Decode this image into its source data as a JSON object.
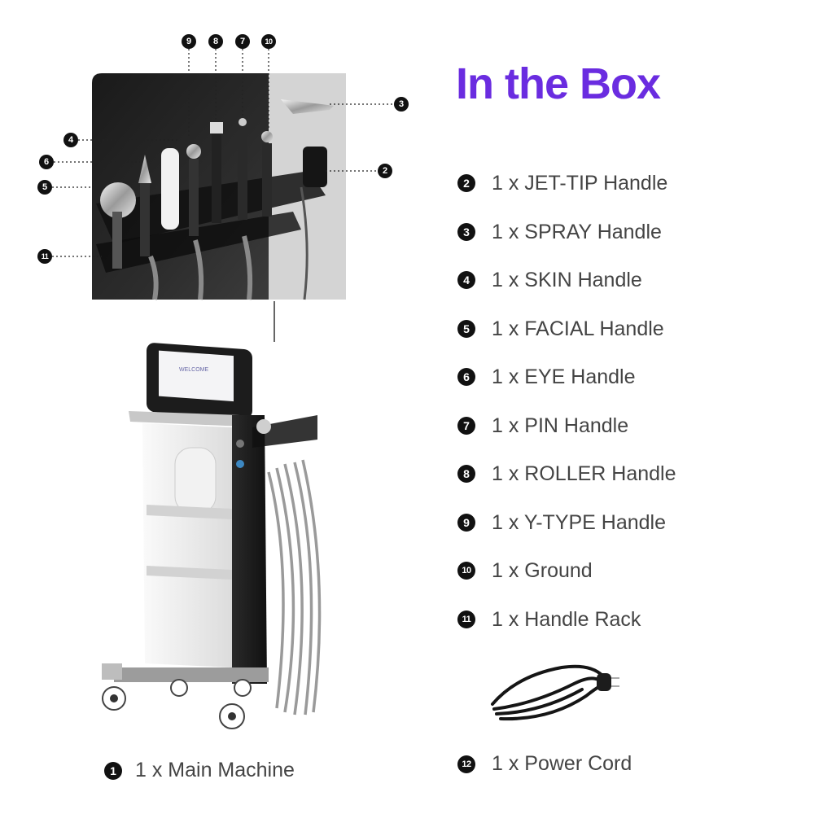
{
  "title": {
    "text": "In the Box",
    "color": "#6a2ce0"
  },
  "items": [
    {
      "num": "2",
      "label": "1 x JET-TIP Handle"
    },
    {
      "num": "3",
      "label": "1 x SPRAY Handle"
    },
    {
      "num": "4",
      "label": "1 x SKIN Handle"
    },
    {
      "num": "5",
      "label": "1 x FACIAL Handle"
    },
    {
      "num": "6",
      "label": "1 x EYE Handle"
    },
    {
      "num": "7",
      "label": "1 x PIN Handle"
    },
    {
      "num": "8",
      "label": "1 x ROLLER Handle"
    },
    {
      "num": "9",
      "label": "1 x Y-TYPE Handle"
    },
    {
      "num": "10",
      "label": "1 x Ground"
    },
    {
      "num": "11",
      "label": "1 x Handle Rack"
    }
  ],
  "power_cord": {
    "num": "12",
    "label": "1 x Power Cord"
  },
  "main_machine": {
    "num": "1",
    "label": "1 x Main Machine"
  },
  "screen": {
    "text": "WELCOME"
  },
  "callouts": {
    "c9": "9",
    "c8": "8",
    "c7": "7",
    "c10": "10",
    "c3": "3",
    "c4": "4",
    "c6": "6",
    "c2": "2",
    "c5": "5",
    "c11": "11"
  }
}
